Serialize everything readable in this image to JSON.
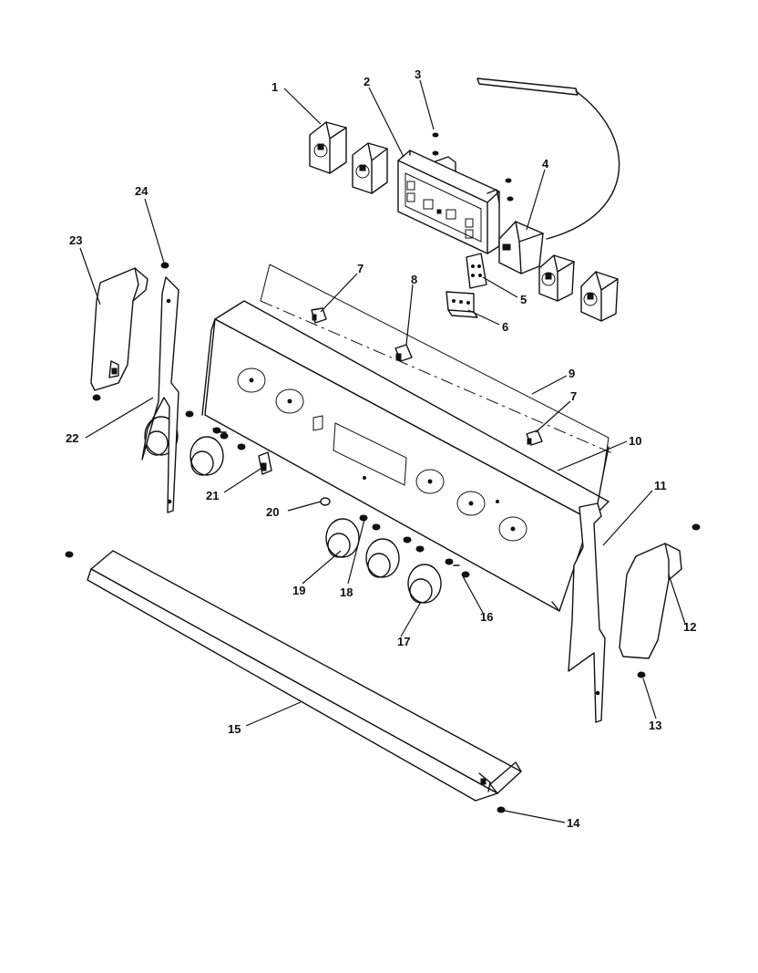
{
  "callouts": [
    {
      "id": "c1",
      "label": "1"
    },
    {
      "id": "c2",
      "label": "2"
    },
    {
      "id": "c3",
      "label": "3"
    },
    {
      "id": "c4",
      "label": "4"
    },
    {
      "id": "c5",
      "label": "5"
    },
    {
      "id": "c6",
      "label": "6"
    },
    {
      "id": "c7a",
      "label": "7"
    },
    {
      "id": "c7b",
      "label": "7"
    },
    {
      "id": "c8",
      "label": "8"
    },
    {
      "id": "c9",
      "label": "9"
    },
    {
      "id": "c10",
      "label": "10"
    },
    {
      "id": "c11",
      "label": "11"
    },
    {
      "id": "c12",
      "label": "12"
    },
    {
      "id": "c13",
      "label": "13"
    },
    {
      "id": "c14",
      "label": "14"
    },
    {
      "id": "c15",
      "label": "15"
    },
    {
      "id": "c16",
      "label": "16"
    },
    {
      "id": "c17",
      "label": "17"
    },
    {
      "id": "c18",
      "label": "18"
    },
    {
      "id": "c19",
      "label": "19"
    },
    {
      "id": "c20",
      "label": "20"
    },
    {
      "id": "c21",
      "label": "21"
    },
    {
      "id": "c22",
      "label": "22"
    },
    {
      "id": "c23",
      "label": "23"
    },
    {
      "id": "c24",
      "label": "24"
    }
  ]
}
